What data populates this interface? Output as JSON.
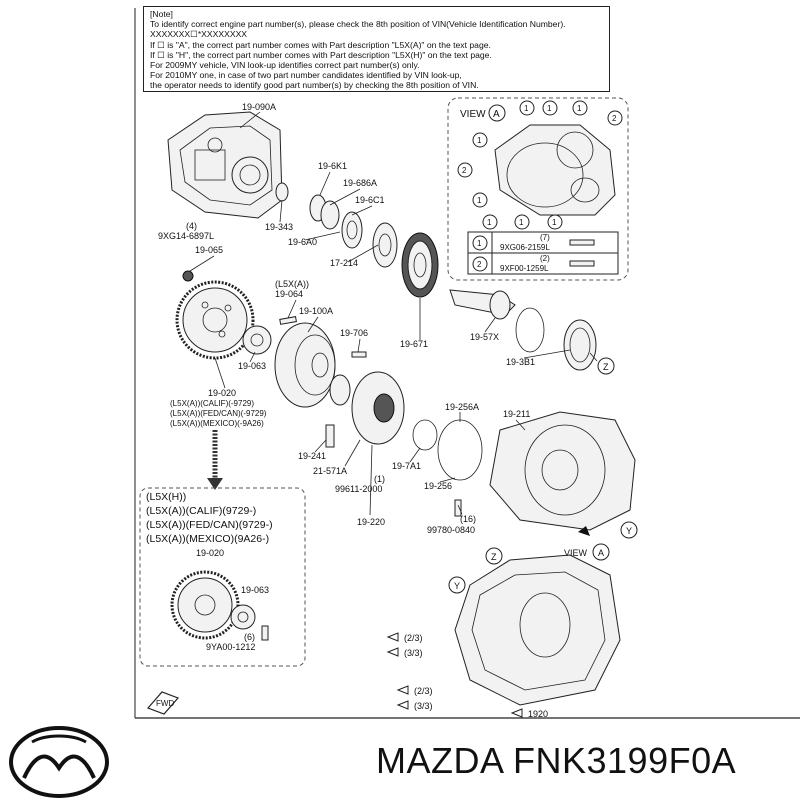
{
  "note": {
    "lines": [
      "[Note]",
      "To identify correct engine part number(s), please check the 8th position of VIN(Vehicle Identification Number).",
      "XXXXXXX☐*XXXXXXXX",
      "If ☐ is \"A\", the correct part number comes with Part description \"L5X(A)\" on the text page.",
      "If ☐ is \"H\", the correct part number comes with Part description \"L5X(H)\" on the text page.",
      "For 2009MY vehicle, VIN look-up identifies correct part number(s) only.",
      "For 2010MY one, in case of two part number candidates identified by VIN look-up,",
      "the operator needs to identify good part number(s) by checking the 8th position of VIN."
    ]
  },
  "callouts": {
    "c19090A": "19-090A",
    "c196K1": "19-6K1",
    "c19686A": "19-686A",
    "c196C1": "19-6C1",
    "c19343": "19-343",
    "c196A0": "19-6A0",
    "c4": "(4)",
    "c9XG": "9XG14-6897L",
    "c19065": "19-065",
    "c17214": "17-214",
    "cL5XA": "(L5X(A))",
    "c19064": "19-064",
    "c19100A": "19-100A",
    "c19706": "19-706",
    "c19671": "19-671",
    "c1957X": "19-57X",
    "c193B1": "19-3B1",
    "c19063": "19-063",
    "c19020": "19-020",
    "cL5XCALIF": "(L5X(A))(CALIF)(-9729)",
    "cL5XFED": "(L5X(A))(FED/CAN)(-9729)",
    "cL5XMEX": "(L5X(A))(MEXICO)(-9A26)",
    "c19256A": "19-256A",
    "c19211": "19-211",
    "c19241": "19-241",
    "c21571A": "21-571A",
    "c1": "(1)",
    "c197A1": "19-7A1",
    "c996": "99611-2000",
    "c19256": "19-256",
    "c16": "(16)",
    "c997": "99780-0840",
    "c19220": "19-220",
    "cZ": "Z",
    "cY": "Y",
    "cViewA": "VIEW",
    "cA": "A",
    "c19020b": "19-020",
    "c19063b": "19-063",
    "c6": "(6)",
    "c9YA": "9YA00-1212",
    "c23a": "(2/3)",
    "c33a": "(3/3)",
    "c23b": "(2/3)",
    "c33b": "(3/3)",
    "c1920": "1920",
    "cFWD": "FWD"
  },
  "view_panel": {
    "title": "VIEW",
    "letter": "A",
    "n1": "1",
    "n2": "2",
    "rows": [
      {
        "num": "1",
        "qty": "(7)",
        "part": "9XG06-2159L"
      },
      {
        "num": "2",
        "qty": "(2)",
        "part": "9XF00-1259L"
      }
    ]
  },
  "variant_box": {
    "lines": [
      "(L5X(H))",
      "(L5X(A))(CALIF)(9729-)",
      "(L5X(A))(FED/CAN)(9729-)",
      "(L5X(A))(MEXICO)(9A26-)"
    ]
  },
  "brand": {
    "text": "MAZDA FNK3199F0A"
  }
}
